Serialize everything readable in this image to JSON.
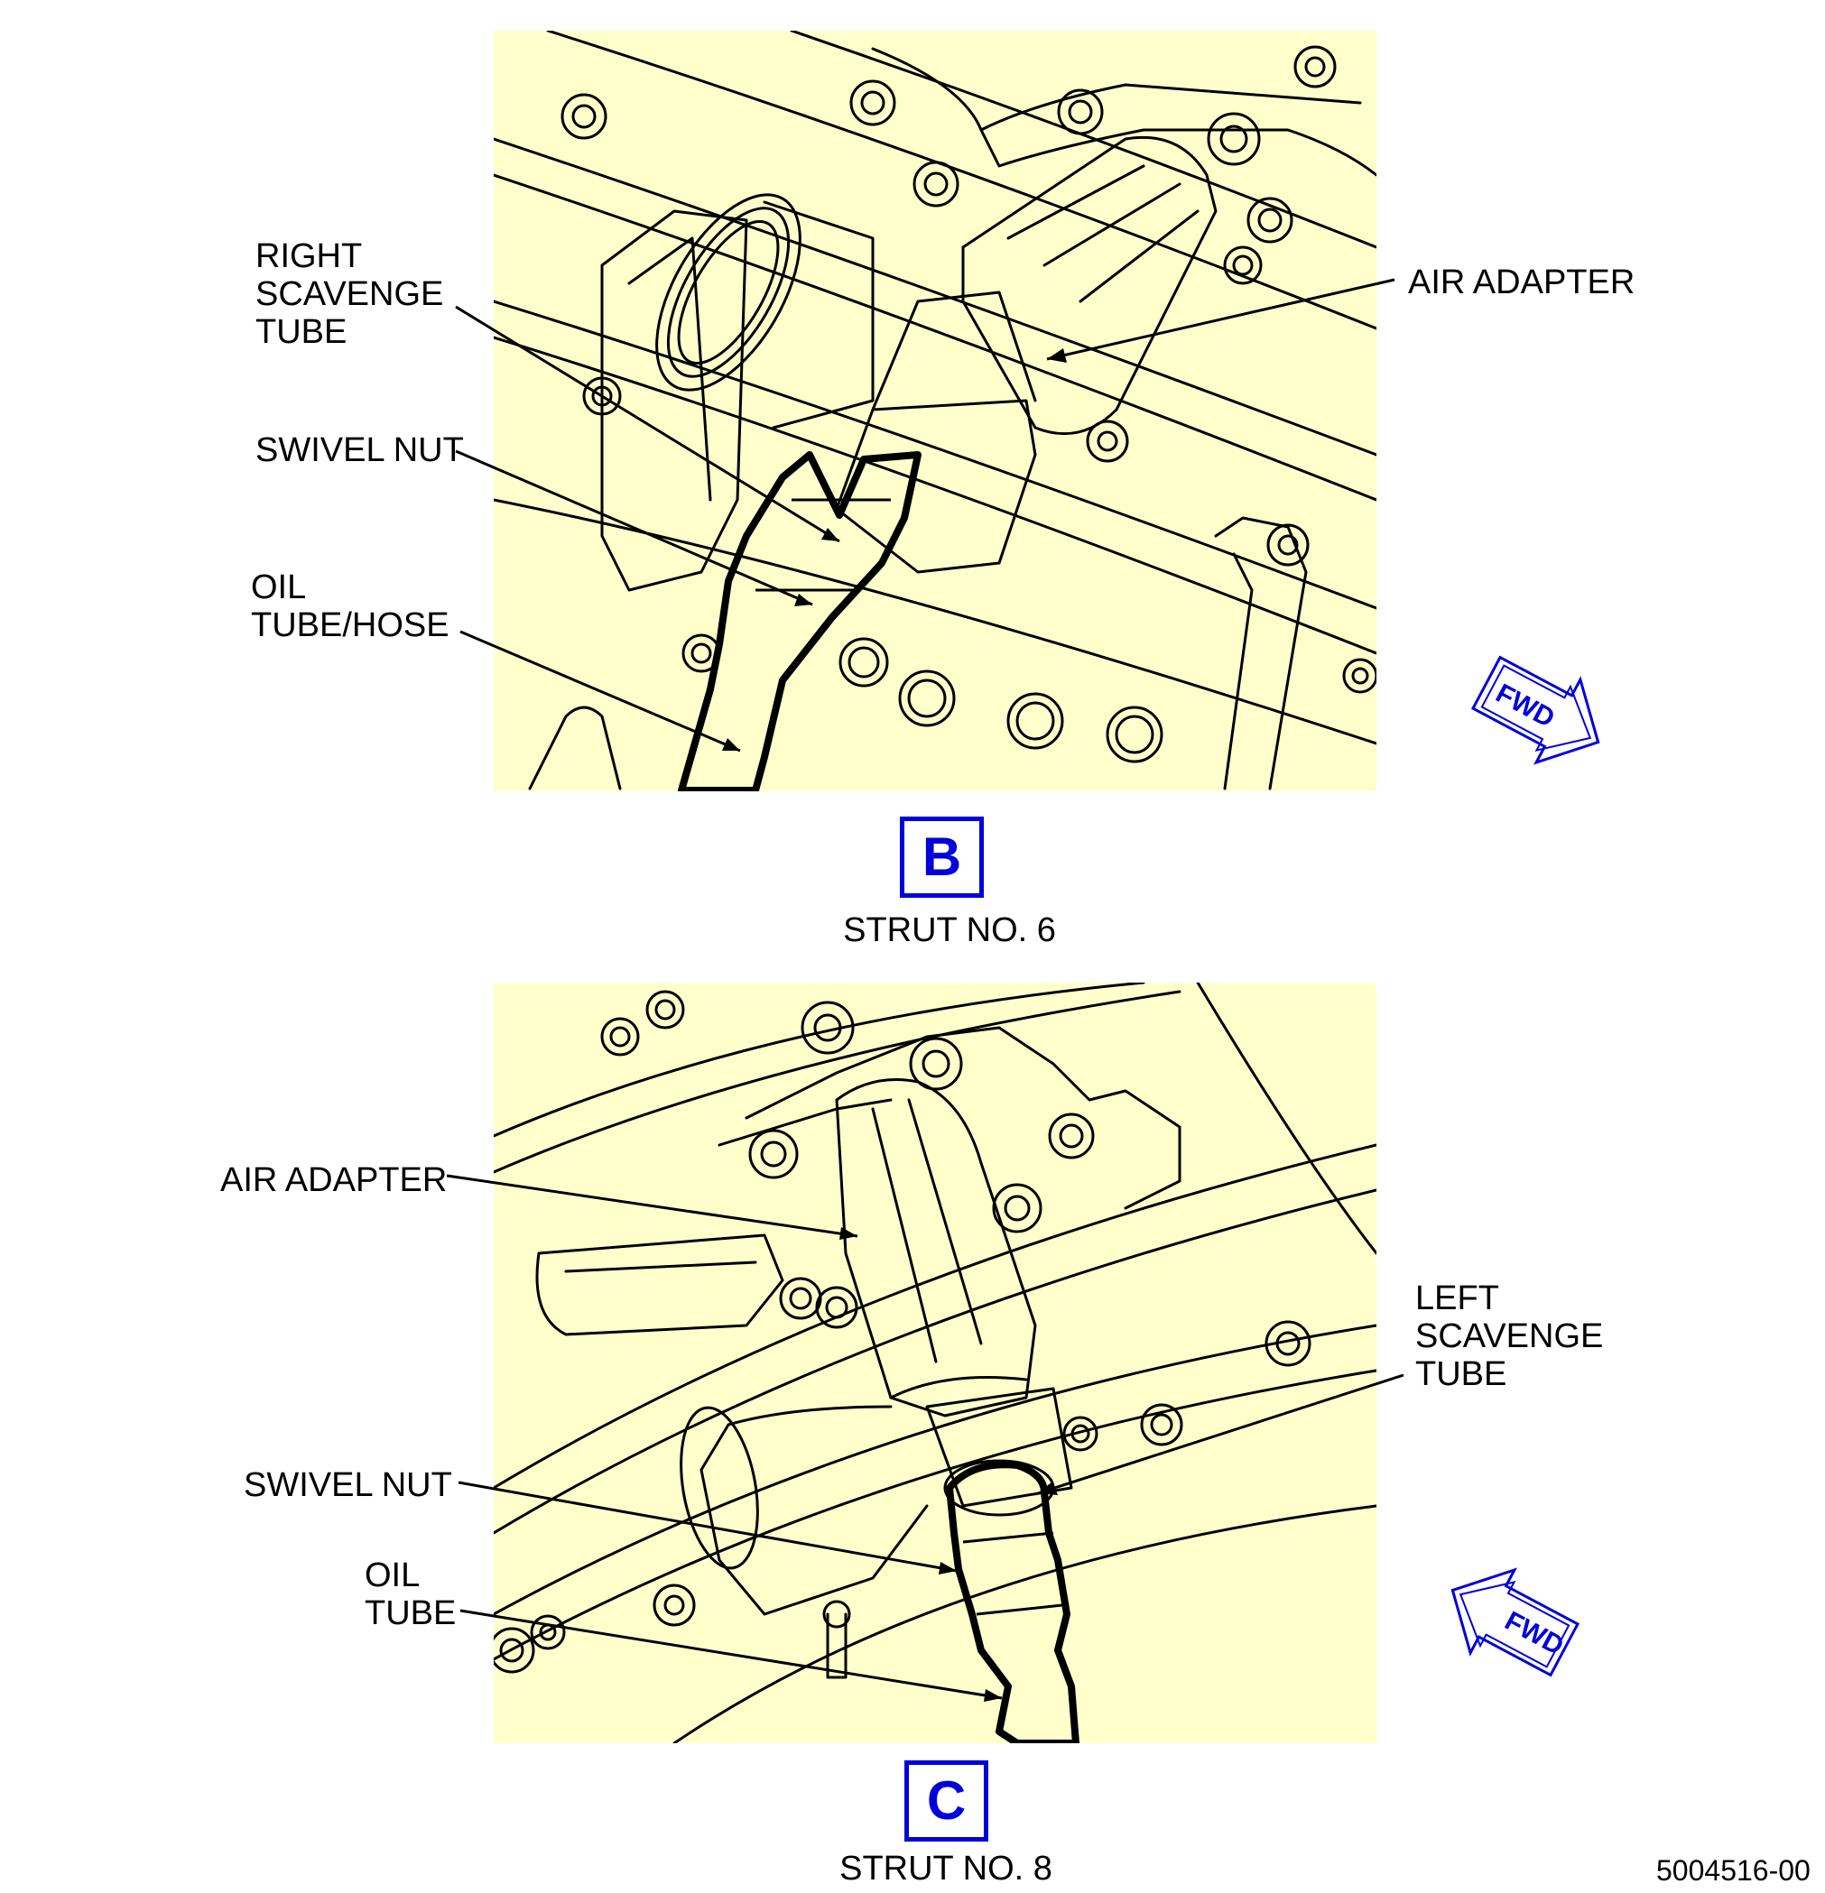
{
  "figure_number": "5004516-00",
  "colors": {
    "panel_background": "#ffffcc",
    "view_marker": "#0000dd",
    "fwd_arrow": "#0000dd",
    "line": "#000000"
  },
  "views": [
    {
      "id": "B",
      "caption": "STRUT NO. 6",
      "fwd_label": "FWD",
      "labels": {
        "right_scavenge_tube": "RIGHT\nSCAVENGE\nTUBE",
        "swivel_nut": "SWIVEL NUT",
        "oil_tube_hose": "OIL\nTUBE/HOSE",
        "air_adapter": "AIR ADAPTER"
      }
    },
    {
      "id": "C",
      "caption": "STRUT NO. 8",
      "fwd_label": "FWD",
      "labels": {
        "air_adapter": "AIR ADAPTER",
        "left_scavenge_tube": "LEFT\nSCAVENGE\nTUBE",
        "swivel_nut": "SWIVEL NUT",
        "oil_tube": "OIL\nTUBE"
      }
    }
  ]
}
